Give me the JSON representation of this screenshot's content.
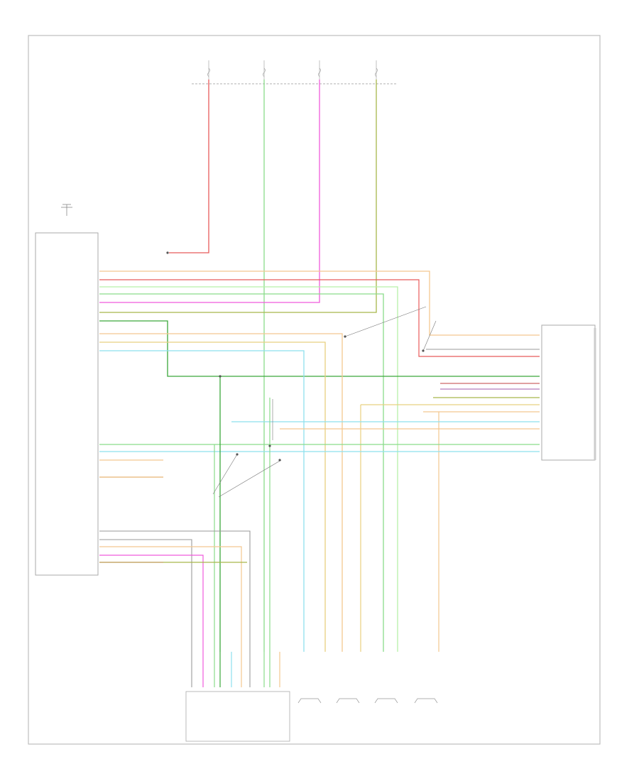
{
  "title": "",
  "page_ref": "",
  "colors": {
    "frame": "#bdbdbd",
    "component": "#aaaaaa",
    "leader": "#777777",
    "red": "#e85a5a",
    "pink": "#f05adc",
    "green": "#8adc8a",
    "lightgreen": "#b6f0a8",
    "darkgreen": "#3aa83a",
    "olive": "#a8b64a",
    "orange": "#f4c890",
    "yellow": "#e8d080",
    "cyan": "#8ee0ee",
    "purple": "#a05aa8",
    "gray": "#9a9a9a"
  },
  "components": {
    "radio": {
      "name": ""
    },
    "amplifier": {
      "name": ""
    },
    "fuse_box": {
      "name": ""
    },
    "antenna": {
      "name": ""
    },
    "speakers": [
      {
        "name": ""
      },
      {
        "name": ""
      },
      {
        "name": ""
      },
      {
        "name": ""
      }
    ],
    "speaker_connector": {
      "name": ""
    }
  },
  "wires": [
    {
      "id": "w1",
      "color": "red"
    },
    {
      "id": "w2",
      "color": "green"
    },
    {
      "id": "w3",
      "color": "pink"
    },
    {
      "id": "w4",
      "color": "olive"
    },
    {
      "id": "w5",
      "color": "orange"
    },
    {
      "id": "w6",
      "color": "red"
    },
    {
      "id": "w7",
      "color": "lightgreen"
    },
    {
      "id": "w8",
      "color": "darkgreen"
    },
    {
      "id": "w9",
      "color": "olive"
    },
    {
      "id": "w10",
      "color": "yellow"
    },
    {
      "id": "w11",
      "color": "cyan"
    },
    {
      "id": "w12",
      "color": "gray"
    }
  ]
}
